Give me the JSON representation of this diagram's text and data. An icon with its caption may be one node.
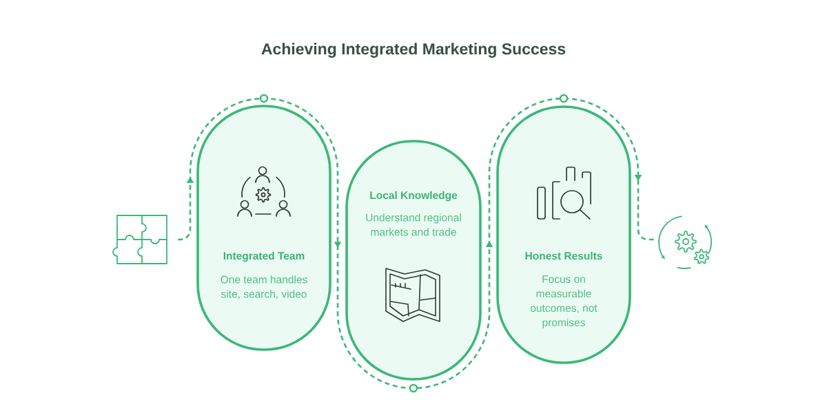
{
  "diagram": {
    "title": "Achieving Integrated Marketing Success",
    "nodes": [
      {
        "text": [],
        "shape": "picture"
      },
      {
        "text": [
          "Integrated Team",
          "One team handles site, search, video"
        ]
      },
      {
        "text": [
          "Local Knowledge",
          "Understand regional markets and trade"
        ]
      },
      {
        "text": [
          "Honest Results",
          "Focus on measurable outcomes, not promises"
        ]
      },
      {
        "text": [],
        "shape": "picture"
      }
    ],
    "edges": [
      {
        "from": 0,
        "to": 4,
        "arrow": "to",
        "style": "dashed"
      }
    ]
  }
}
